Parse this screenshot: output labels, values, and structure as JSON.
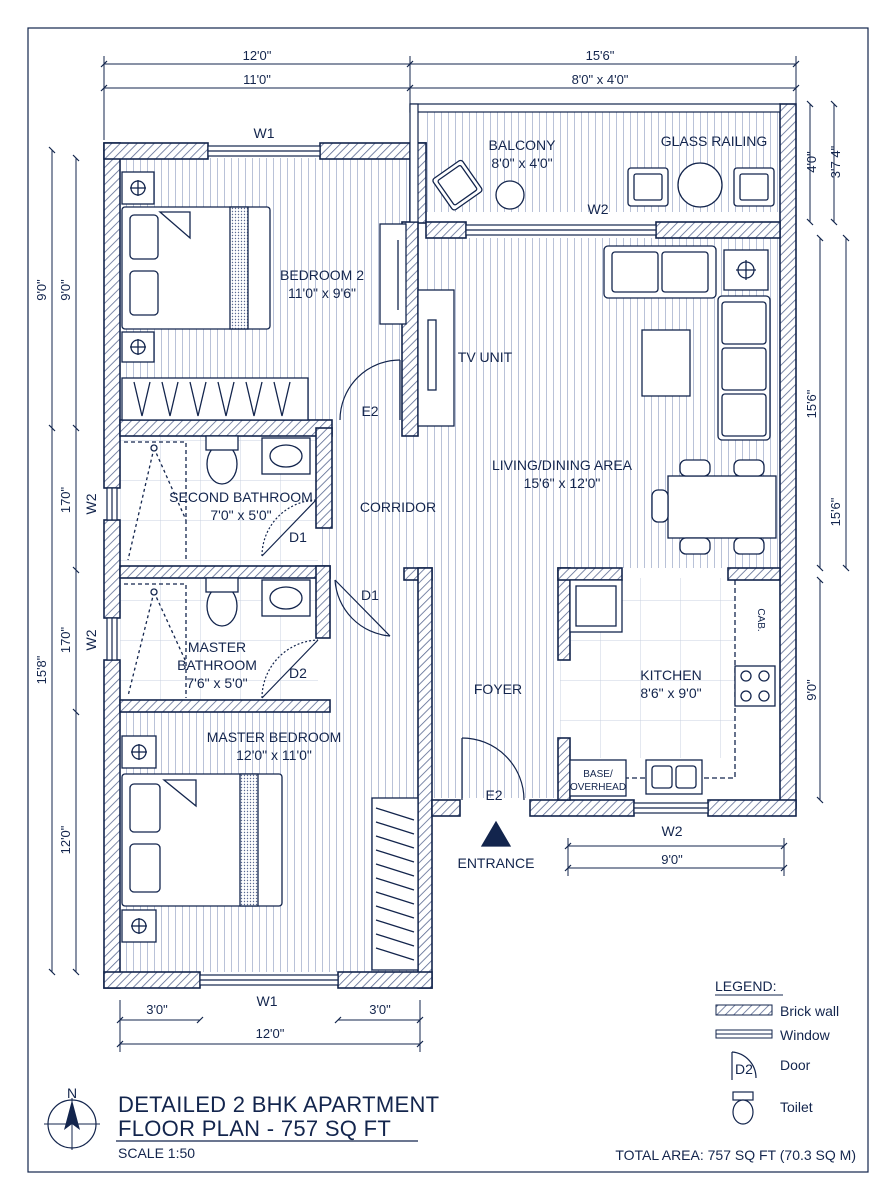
{
  "colors": {
    "ink": "#13254d",
    "hatch": "#7f8db0",
    "floor": "#b9c2d8",
    "paper": "#ffffff"
  },
  "rooms": {
    "balcony_name": "BALCONY",
    "balcony_size": "8'0\" x 4'0\"",
    "glass_railing": "GLASS RAILING",
    "bedroom2_name": "BEDROOM 2",
    "bedroom2_size": "11'0\" x 9'6\"",
    "tv_unit": "TV UNIT",
    "living_name": "LIVING/DINING AREA",
    "living_size": "15'6\" x 12'0\"",
    "second_bath_name": "SECOND BATHROOM",
    "second_bath_size": "7'0\" x 5'0\"",
    "corridor": "CORRIDOR",
    "master_bath_name1": "MASTER",
    "master_bath_name2": "BATHROOM",
    "master_bath_size": "7'6\" x 5'0\"",
    "foyer": "FOYER",
    "kitchen_name": "KITCHEN",
    "kitchen_size": "8'6\" x 9'0\"",
    "base_overhead1": "BASE/",
    "base_overhead2": "OVERHEAD",
    "cab_label": "CAB.",
    "master_bed_name": "MASTER BEDROOM",
    "master_bed_size": "12'0\" x 11'0\"",
    "entrance": "ENTRANCE"
  },
  "tags": {
    "W1": "W1",
    "W2": "W2",
    "E2": "E2",
    "D1": "D1",
    "D2": "D2"
  },
  "dims": {
    "top_left_overall": "12'0\"",
    "top_left_inner": "11'0\"",
    "top_right_overall": "15'6\"",
    "top_right_inner": "8'0\" x 4'0\"",
    "left_9a": "9'0\"",
    "left_9b": "9'0\"",
    "left_170a": "170\"",
    "left_170b": "170\"",
    "left_158": "15'8\"",
    "left_120": "12'0\"",
    "right_40": "4'0\"",
    "right_374": "3'7 4\"",
    "right_156a": "15'6\"",
    "right_156b": "15'6\"",
    "right_90": "9'0\"",
    "bottom_30a": "3'0\"",
    "bottom_30b": "3'0\"",
    "bottom_120": "12'0\"",
    "kitchen_90": "9'0\""
  },
  "legend": {
    "title": "LEGEND:",
    "brick": "Brick wall",
    "window": "Window",
    "door": "Door",
    "door_tag": "D2",
    "toilet": "Toilet"
  },
  "title_block": {
    "north": "N",
    "line1": "DETAILED 2 BHK APARTMENT",
    "line2": "FLOOR PLAN - 757 SQ FT",
    "scale": "SCALE 1:50",
    "total_area": "TOTAL AREA: 757 SQ FT (70.3 SQ M)"
  }
}
